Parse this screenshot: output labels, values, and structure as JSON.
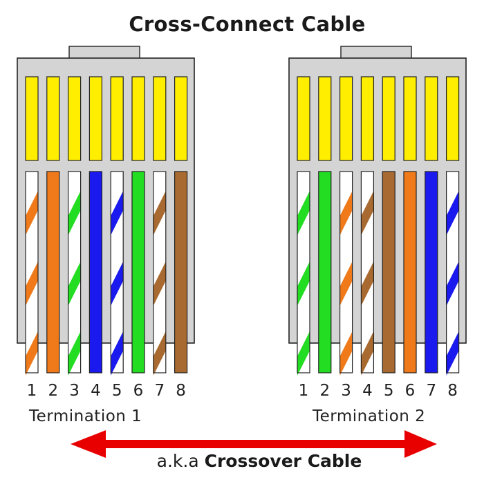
{
  "title": "Cross-Connect Cable",
  "terminations": [
    {
      "label": "Termination 1",
      "pins": [
        {
          "number": "1",
          "color": "#f07a1a",
          "striped": true
        },
        {
          "number": "2",
          "color": "#f07a1a",
          "striped": false
        },
        {
          "number": "3",
          "color": "#22dd22",
          "striped": true
        },
        {
          "number": "4",
          "color": "#1a1aee",
          "striped": false
        },
        {
          "number": "5",
          "color": "#1a1aee",
          "striped": true
        },
        {
          "number": "6",
          "color": "#22dd22",
          "striped": false
        },
        {
          "number": "7",
          "color": "#a86a30",
          "striped": true
        },
        {
          "number": "8",
          "color": "#a86a30",
          "striped": false
        }
      ]
    },
    {
      "label": "Termination 2",
      "pins": [
        {
          "number": "1",
          "color": "#22dd22",
          "striped": true
        },
        {
          "number": "2",
          "color": "#22dd22",
          "striped": false
        },
        {
          "number": "3",
          "color": "#f07a1a",
          "striped": true
        },
        {
          "number": "4",
          "color": "#a86a30",
          "striped": true
        },
        {
          "number": "5",
          "color": "#a86a30",
          "striped": false
        },
        {
          "number": "6",
          "color": "#f07a1a",
          "striped": false
        },
        {
          "number": "7",
          "color": "#1a1aee",
          "striped": false
        },
        {
          "number": "8",
          "color": "#1a1aee",
          "striped": true
        }
      ]
    }
  ],
  "aka_prefix": "a.k.a ",
  "aka_bold": "Crossover Cable",
  "colors": {
    "contact_yellow": "#ffee00",
    "plug_body": "#d4d4d4",
    "arrow_red": "#e80000"
  }
}
